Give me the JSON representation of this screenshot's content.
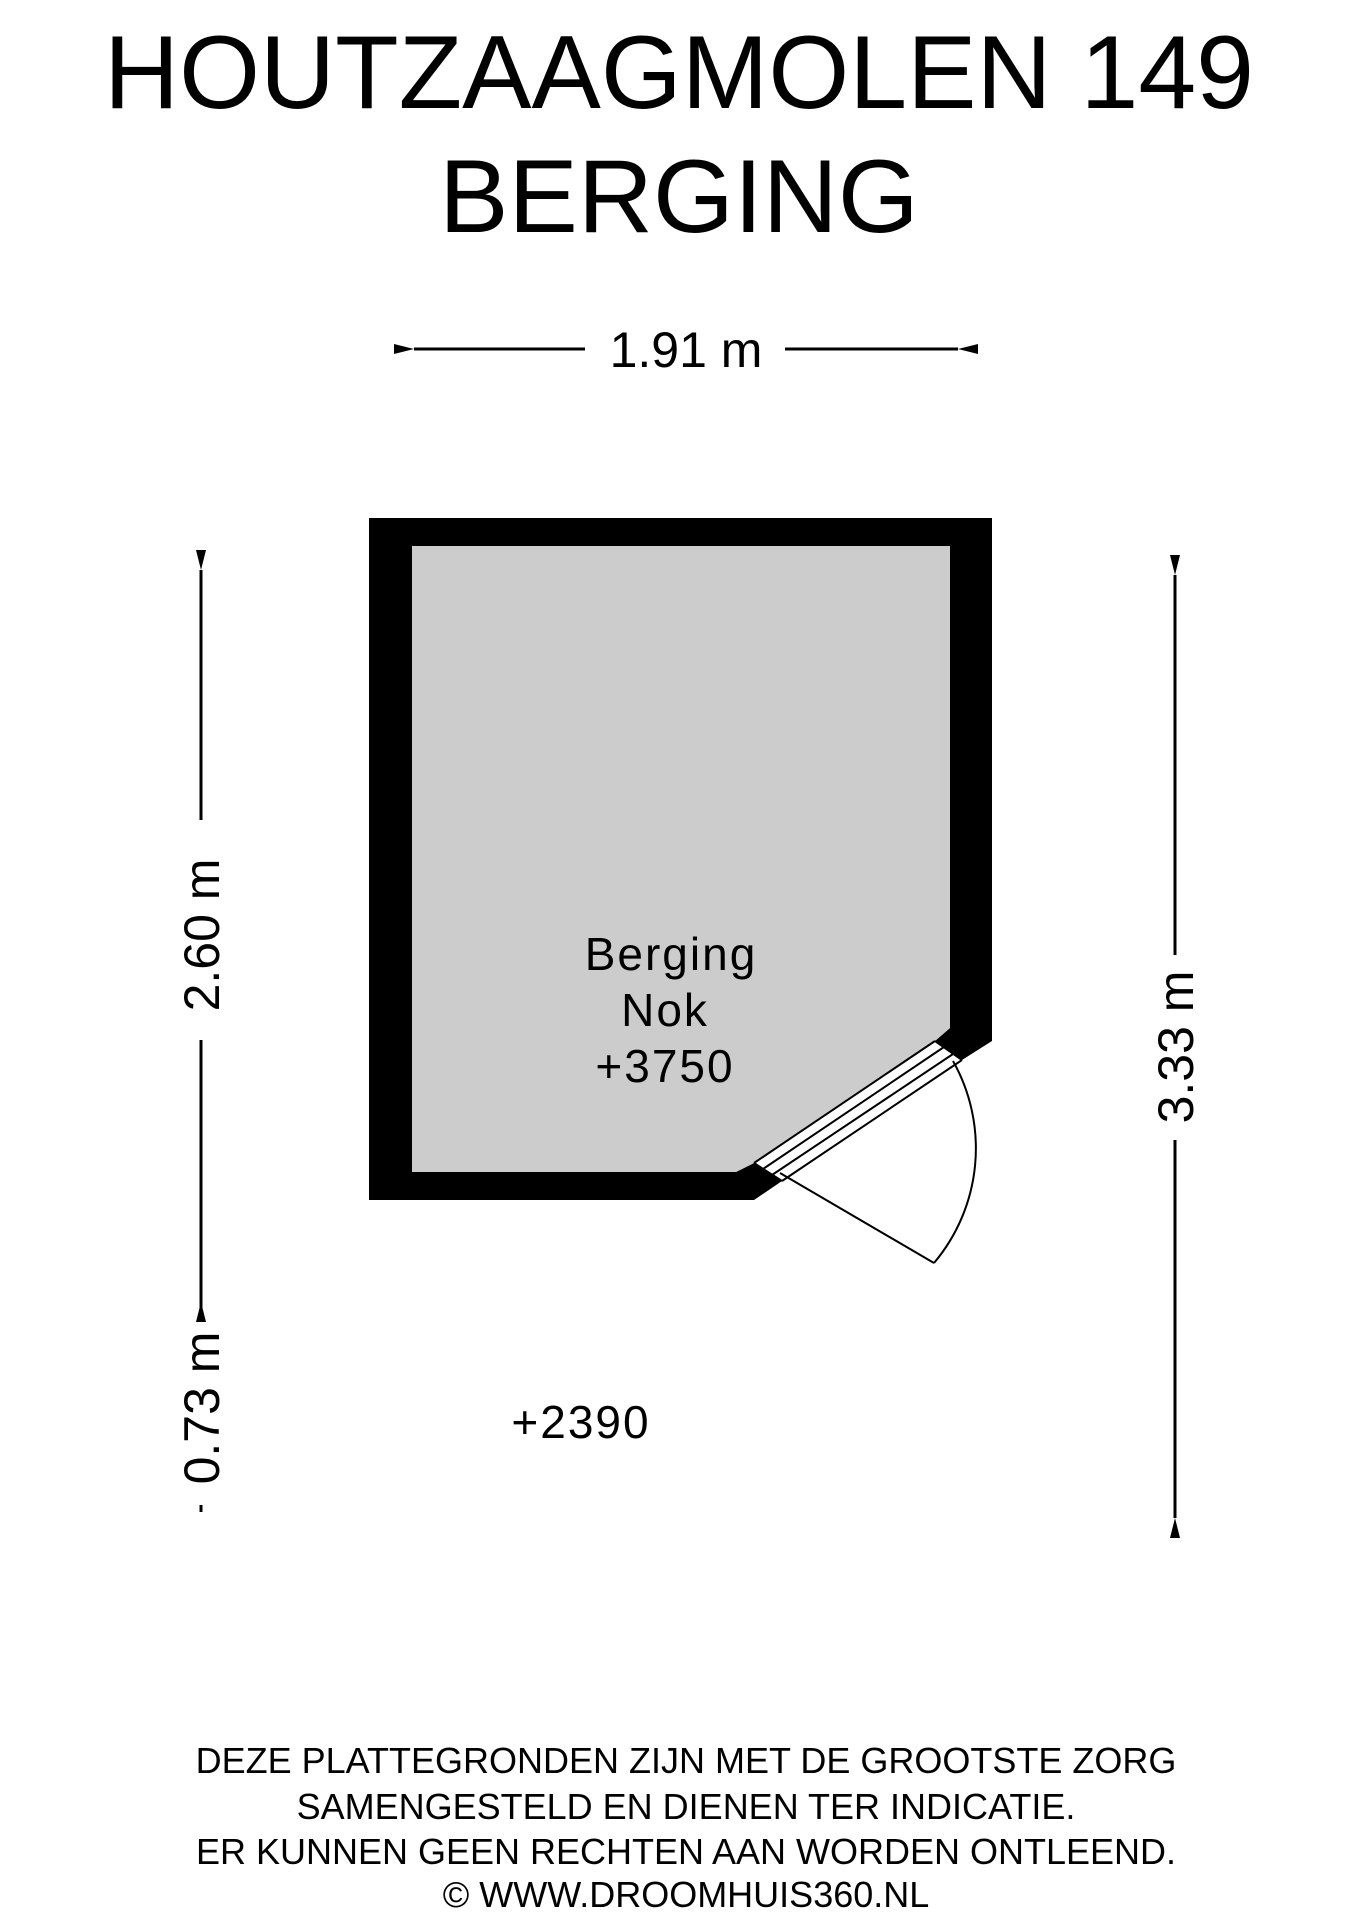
{
  "header": {
    "address": "HOUTZAAGMOLEN 149",
    "floor": "BERGING"
  },
  "dimensions": {
    "top_width": "1.91 m",
    "left_upper": "2.60 m",
    "left_lower": "0.73 m",
    "right_height": "3.33 m"
  },
  "room": {
    "name": "Berging",
    "ridge_label": "Nok",
    "ridge_height": "+3750",
    "low_height": "+2390"
  },
  "colors": {
    "wall": "#000000",
    "floor": "#cccccc"
  },
  "footer": {
    "lines": [
      "DEZE PLATTEGRONDEN ZIJN MET DE GROOTSTE ZORG",
      "SAMENGESTELD EN DIENEN TER INDICATIE.",
      "ER KUNNEN GEEN RECHTEN AAN WORDEN ONTLEEND.",
      "© WWW.DROOMHUIS360.NL"
    ]
  }
}
